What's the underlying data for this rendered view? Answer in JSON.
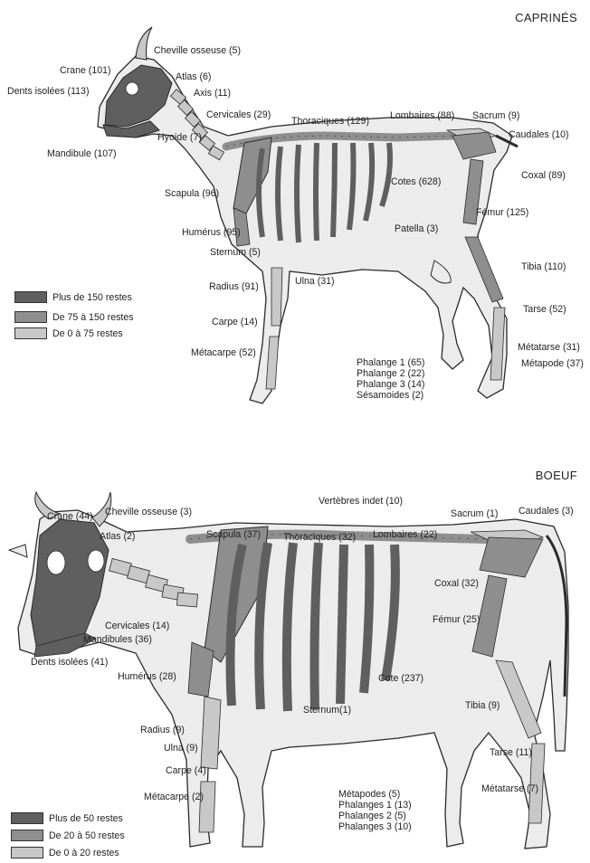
{
  "colors": {
    "high": "#5f5f5f",
    "mid": "#8e8e8e",
    "low": "#c8c8c8",
    "body_fill": "#ececec",
    "outline": "#2a2a2a"
  },
  "caprines": {
    "title": "CAPRINÉS",
    "labels": {
      "cheville": "Cheville osseuse (5)",
      "crane": "Crane (101)",
      "atlas": "Atlas (6)",
      "dents": "Dents isolées (113)",
      "axis": "Axis (11)",
      "cervicales": "Cervicales (29)",
      "thoraciques": "Thoraciques (129)",
      "lombaires": "Lombaires (88)",
      "sacrum": "Sacrum (9)",
      "hyoide": "Hyoide (7)",
      "caudales": "Caudales (10)",
      "mandibule": "Mandibule (107)",
      "coxal": "Coxal (89)",
      "scapula": "Scapula (96)",
      "cotes": "Cotes (628)",
      "femur": "Fémur (125)",
      "humerus": "Humérus (95)",
      "patella": "Patella (3)",
      "sternum": "Sternum (5)",
      "tibia": "Tibia (110)",
      "radius": "Radius (91)",
      "ulna": "Ulna (31)",
      "tarse": "Tarse (52)",
      "carpe": "Carpe (14)",
      "metatarse": "Métatarse (31)",
      "metacarpe": "Métacarpe (52)",
      "metapode": "Métapode (37)",
      "phalanges": [
        "Phalange 1 (65)",
        "Phalange 2 (22)",
        "Phalange 3 (14)",
        "Sésamoides (2)"
      ]
    },
    "legend": [
      "Plus de 150 restes",
      "De 75 à 150 restes",
      "De 0 à 75 restes"
    ]
  },
  "boeuf": {
    "title": "BOEUF",
    "labels": {
      "vertebres": "Vertèbres indet (10)",
      "crane": "Crane (44)",
      "cheville": "Cheville osseuse (3)",
      "sacrum": "Sacrum (1)",
      "caudales": "Caudales (3)",
      "scapula": "Scapula (37)",
      "thoraciques": "Thoraciques (32)",
      "lombaires": "Lombaires (22)",
      "atlas": "Atlas (2)",
      "coxal": "Coxal (32)",
      "femur": "Fémur (25)",
      "cervicales": "Cervicales (14)",
      "mandibules": "Mandibules (36)",
      "dents": "Dents isolées (41)",
      "humerus": "Humérus (28)",
      "cote": "Cote (237)",
      "tibia": "Tibia (9)",
      "sternum": "Sternum(1)",
      "radius": "Radius (9)",
      "ulna": "Ulna (9)",
      "tarse": "Tarse (11)",
      "carpe": "Carpe (4)",
      "metacarpe": "Métacarpe (2)",
      "metatarse": "Métatarse (7)",
      "metapodes": [
        "Métapodes (5)",
        "Phalanges 1 (13)",
        "Phalanges 2 (5)",
        "Phalanges 3 (10)"
      ]
    },
    "legend": [
      "Plus de 50 restes",
      "De 20 à 50 restes",
      "De 0 à 20 restes"
    ]
  }
}
